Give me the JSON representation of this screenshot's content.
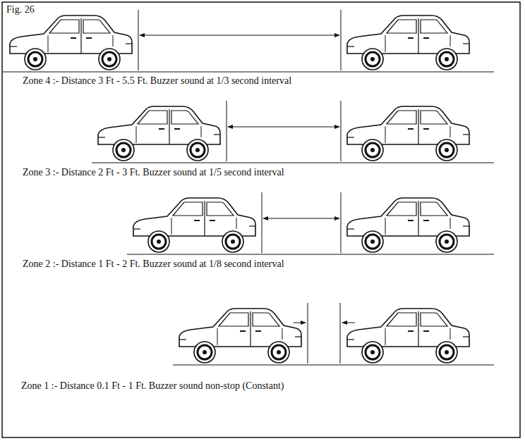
{
  "diagram": {
    "labels": [
      "Fig. 26",
      "Zone 4 :- Distance 3 Ft - 5.5 Ft. Buzzer sound at 1/3 second interval",
      "Zone 3 :- Distance 2 Ft - 3 Ft. Buzzer sound at 1/5 second interval",
      "Zone 2 :- Distance 1 Ft - 2 Ft. Buzzer sound at 1/8 second interval",
      "Zone 1 :- Distance 0.1 Ft - 1 Ft. Buzzer sound non-stop (Constant)"
    ]
  }
}
